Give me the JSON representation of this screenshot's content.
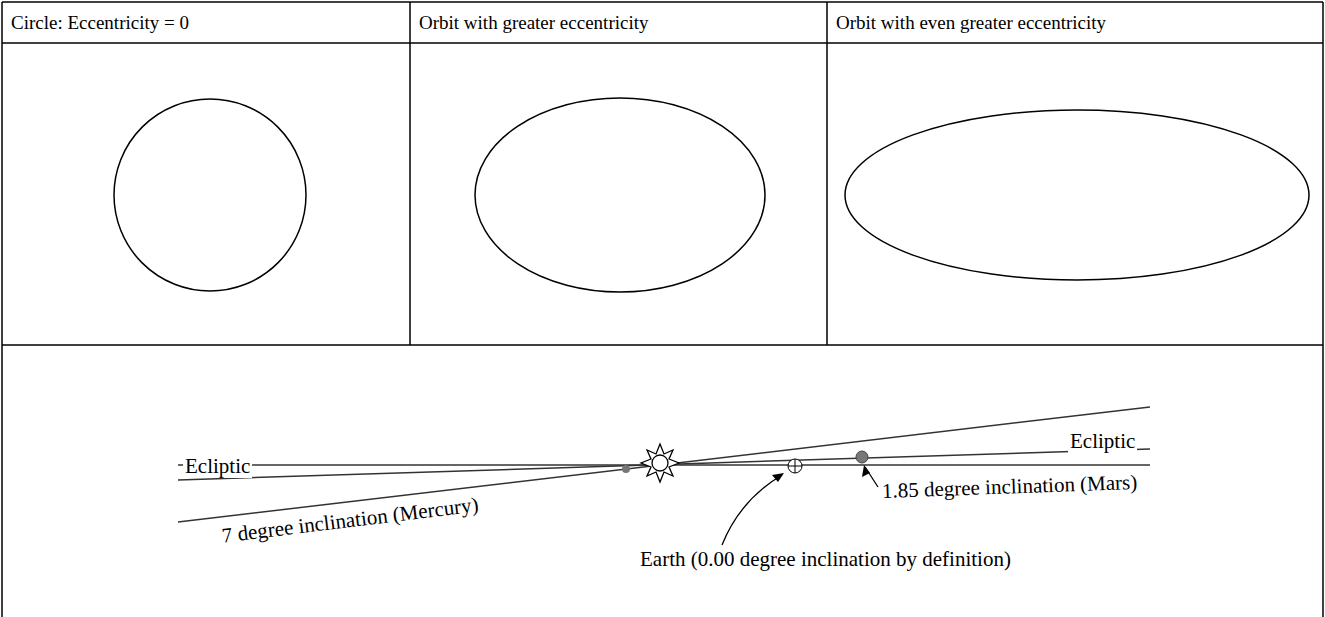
{
  "diagram": {
    "nodes": [
      {
        "text": [
          "Circle: Eccentricity = 0"
        ]
      },
      {
        "text": [
          "Orbit with greater eccentricity"
        ]
      },
      {
        "text": [
          "Orbit with even greater eccentricity"
        ]
      }
    ],
    "labels": [
      "Ecliptic",
      "Ecliptic",
      "7 degree inclination (Mercury)",
      "1.85 degree inclination (Mars)",
      "Earth (0.00 degree inclination by definition)"
    ]
  }
}
